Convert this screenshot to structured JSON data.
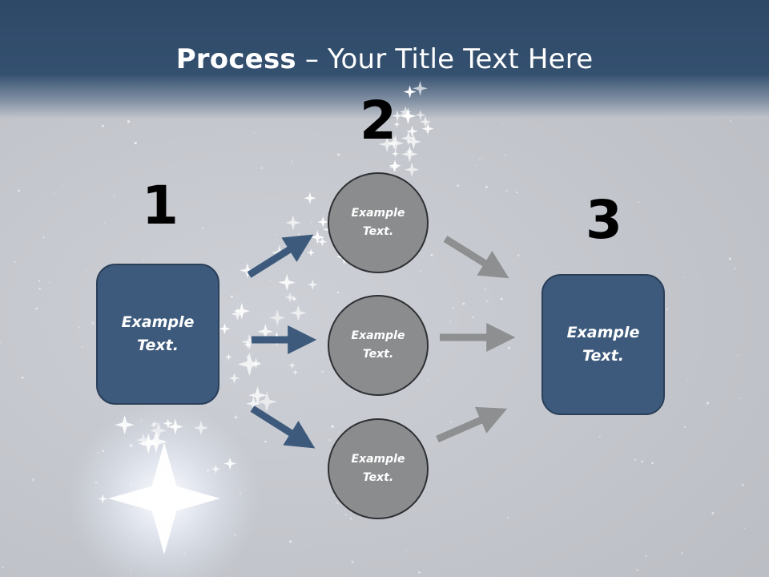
{
  "title": {
    "bold": "Process",
    "rest": " – Your Title Text Here"
  },
  "steps": {
    "step1": {
      "number": "1",
      "label": "Example Text."
    },
    "step2": {
      "number": "2",
      "circles": [
        {
          "label": "Example Text."
        },
        {
          "label": "Example Text."
        },
        {
          "label": "Example Text."
        }
      ]
    },
    "step3": {
      "number": "3",
      "label": "Example Text."
    }
  },
  "colors": {
    "header": "#34506f",
    "box_fill": "#3d5a7c",
    "circle_fill": "#8b8c8e",
    "arrow_blue": "#3d5a7c",
    "arrow_gray": "#8e8f91"
  }
}
